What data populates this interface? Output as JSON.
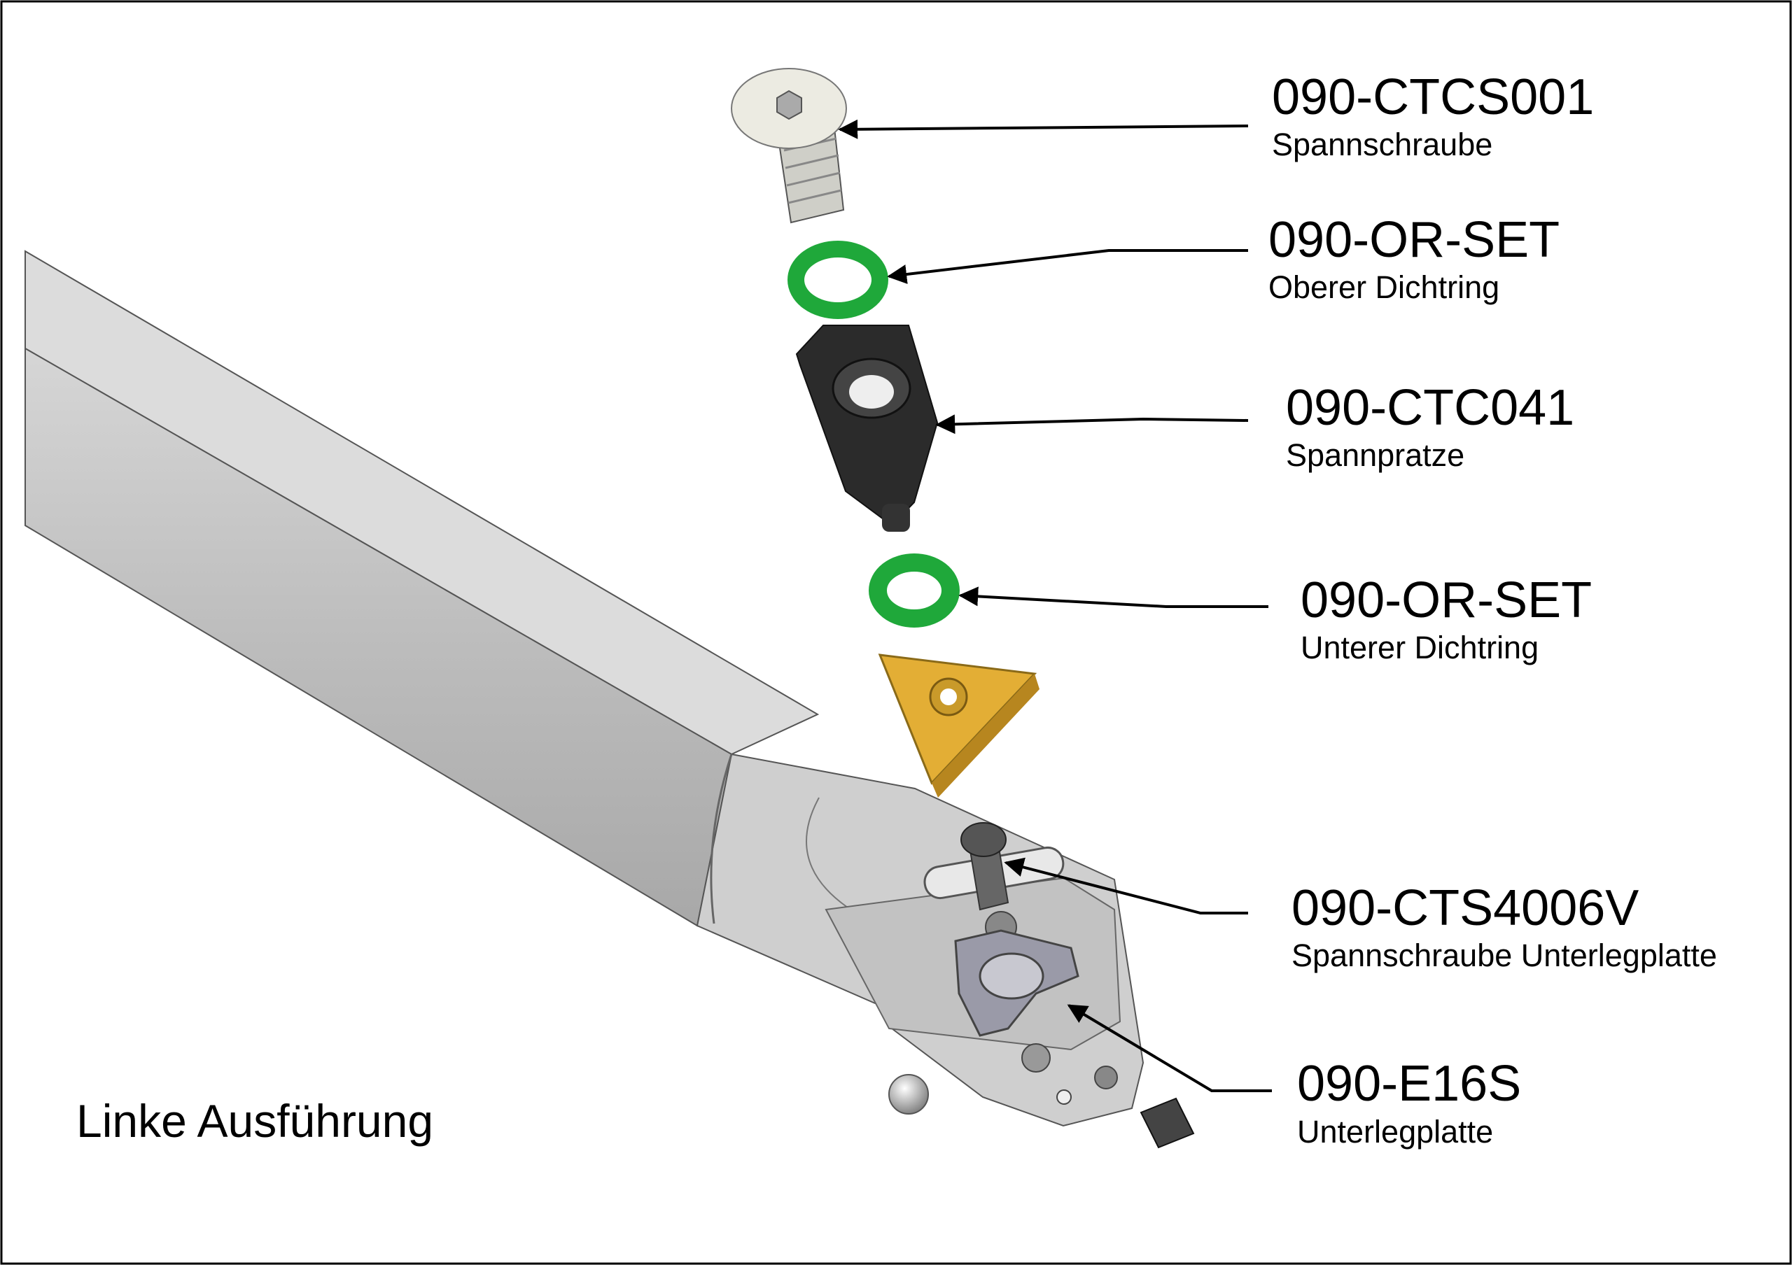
{
  "title": "Linke Ausführung",
  "parts": [
    {
      "code": "090-CTCS001",
      "name": "Spannschraube"
    },
    {
      "code": "090-OR-SET",
      "name": "Oberer Dichtring"
    },
    {
      "code": "090-CTC041",
      "name": "Spannpratze"
    },
    {
      "code": "090-OR-SET",
      "name": "Unterer Dichtring"
    },
    {
      "code": "090-CTS4006V",
      "name": "Spannschraube Unterlegplatte"
    },
    {
      "code": "090-E16S",
      "name": "Unterlegplatte"
    }
  ],
  "colors": {
    "o_ring": "#1FA83A",
    "insert": "#E3AE35",
    "clamp": "#2B2B2B",
    "body": "#C9C9C9"
  }
}
